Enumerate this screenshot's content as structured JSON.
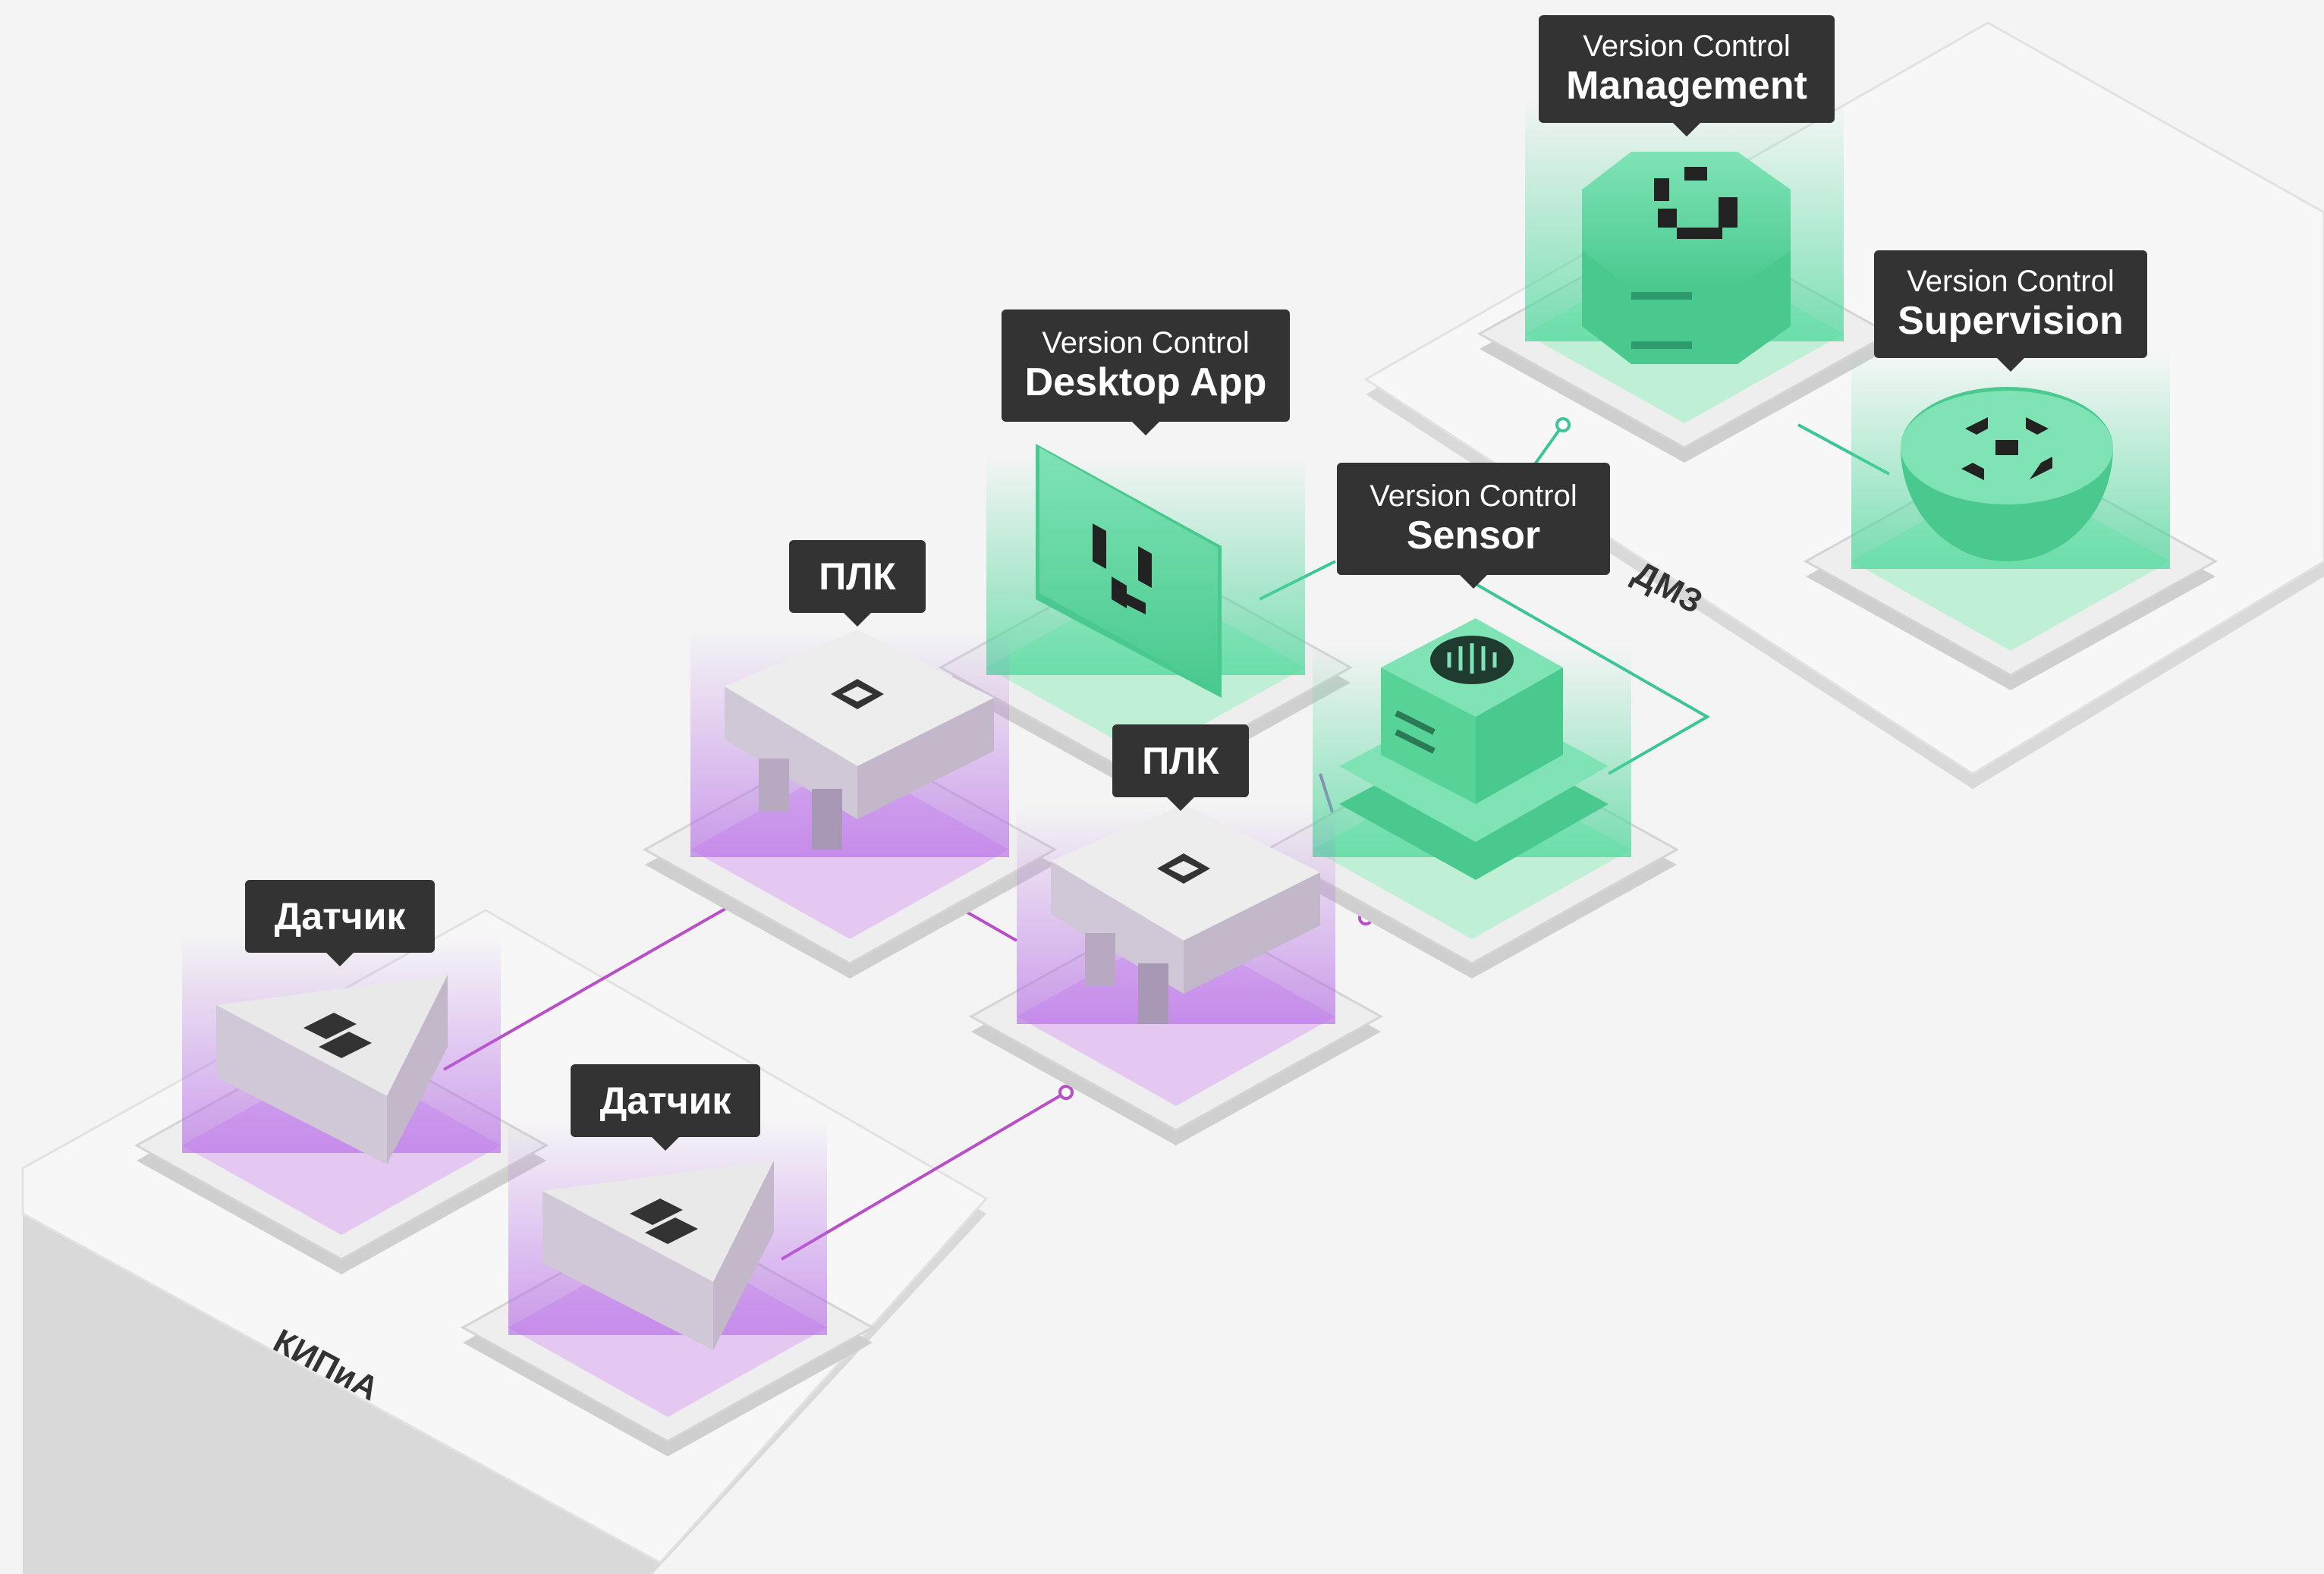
{
  "callouts": {
    "management": {
      "sub": "Version Control",
      "main": "Management"
    },
    "supervision": {
      "sub": "Version Control",
      "main": "Supervision"
    },
    "desktop": {
      "sub": "Version Control",
      "main": "Desktop App"
    },
    "sensor": {
      "sub": "Version Control",
      "main": "Sensor"
    },
    "plc1": {
      "label": "ПЛК"
    },
    "plc2": {
      "label": "ПЛК"
    },
    "datchik1": {
      "label": "Датчик"
    },
    "datchik2": {
      "label": "Датчик"
    }
  },
  "zones": {
    "dmz": "ДМЗ",
    "kipia": "КИПиА"
  },
  "colors": {
    "green": "#5fd3a0",
    "green_dark": "#3fbf86",
    "purple": "#c27ee0",
    "purple_line": "#b84fc7",
    "green_line": "#3cc49a",
    "callout_bg": "#333333",
    "platform": "#ebebeb"
  },
  "icons": {
    "management": "management-logo-icon",
    "supervision": "supervision-logo-icon",
    "desktop": "desktop-logo-icon",
    "sensor": "sensor-wave-icon",
    "plc": "cpu-chip-icon",
    "datchik": "sensor-glyph-icon"
  }
}
